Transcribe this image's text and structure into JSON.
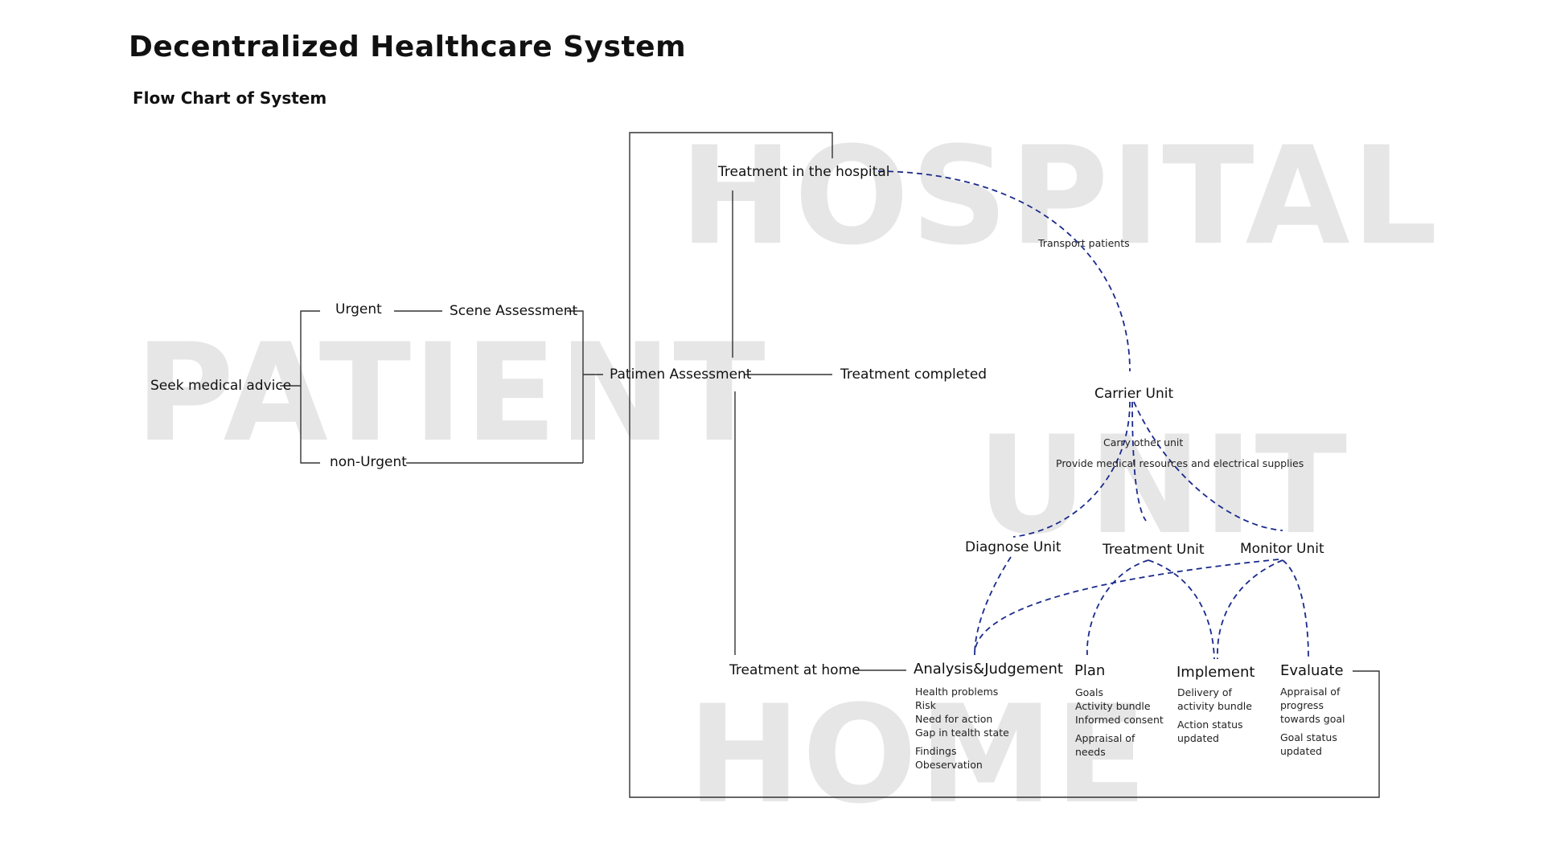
{
  "header": {
    "title": "Decentralized Healthcare System",
    "subtitle": "Flow Chart of System"
  },
  "watermarks": {
    "patient": "PATIENT",
    "hospital": "HOSPITAL",
    "unit": "UNIT",
    "home": "HOME"
  },
  "nodes": {
    "seek_advice": "Seek medical advice",
    "urgent": "Urgent",
    "non_urgent": "non-Urgent",
    "scene_assessment": "Scene Assessment",
    "patient_assessment": "Patimen Assessment",
    "treatment_hospital": "Treatment in the hospital",
    "treatment_completed": "Treatment completed",
    "treatment_home": "Treatment at home",
    "carrier_unit": "Carrier Unit",
    "diagnose_unit": "Diagnose Unit",
    "treatment_unit": "Treatment Unit",
    "monitor_unit": "Monitor Unit",
    "analysis": "Analysis&Judgement",
    "plan": "Plan",
    "implement": "Implement",
    "evaluate": "Evaluate"
  },
  "edge_labels": {
    "transport": "Transport patients",
    "carry": "Carry other unit",
    "provide": "Provide medical resources and electrical supplies"
  },
  "details": {
    "analysis": [
      "Health problems",
      "Risk",
      "Need for action",
      "Gap in tealth state",
      "Findings",
      "Obeservation"
    ],
    "plan": [
      "Goals",
      "Activity bundle",
      "Informed consent",
      "Appraisal of",
      "needs"
    ],
    "implement": [
      "Delivery of",
      "activity bundle",
      "Action status",
      "updated"
    ],
    "evaluate": [
      "Appraisal of",
      "progress",
      "towards goal",
      "Goal status",
      "updated"
    ]
  },
  "colors": {
    "dashed_link": "#1a2a8c",
    "watermark": "#e6e6e6",
    "line": "#333333"
  }
}
